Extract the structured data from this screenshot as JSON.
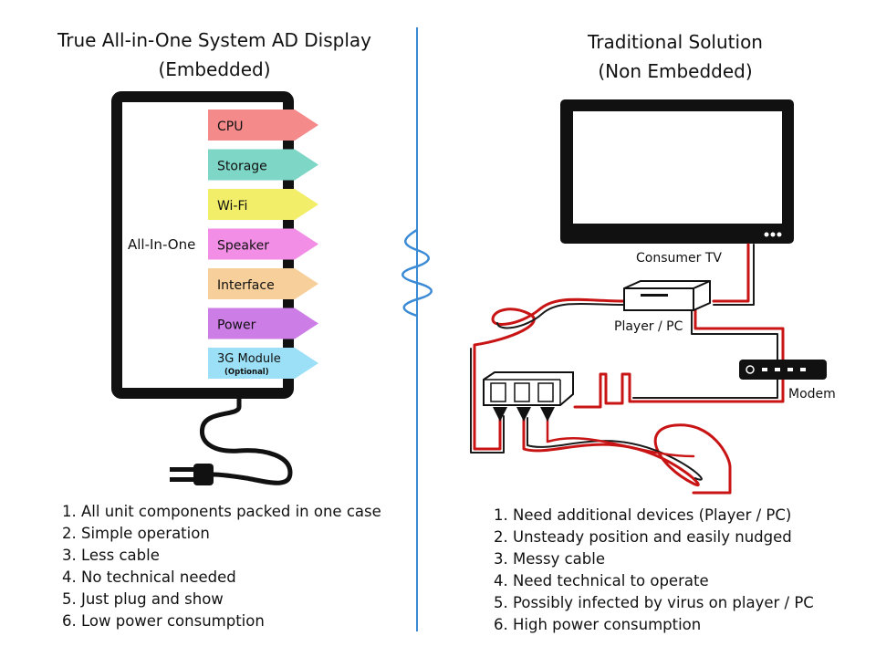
{
  "left": {
    "title_line1": "True All-in-One System AD Display",
    "title_line2": "(Embedded)",
    "center_label": "All-In-One",
    "components": [
      {
        "label": "CPU",
        "color": "#f48a8a"
      },
      {
        "label": "Storage",
        "color": "#7ed6c6"
      },
      {
        "label": "Wi-Fi",
        "color": "#f2ee6a"
      },
      {
        "label": "Speaker",
        "color": "#f28ee6"
      },
      {
        "label": "Interface",
        "color": "#f6cf9a"
      },
      {
        "label": "Power",
        "color": "#cc7de6"
      },
      {
        "label": "3G Module",
        "sublabel": "(Optional)",
        "color": "#9be0f6"
      }
    ],
    "features": [
      "1. All unit components packed in one case",
      "2. Simple operation",
      "3. Less cable",
      "4. No technical needed",
      "5. Just plug and show",
      "6. Low power consumption"
    ]
  },
  "right": {
    "title_line1": "Traditional Solution",
    "title_line2": "(Non Embedded)",
    "labels": {
      "tv": "Consumer TV",
      "player": "Player / PC",
      "modem": "Modem"
    },
    "features": [
      "1. Need additional devices (Player / PC)",
      "2. Unsteady position and easily nudged",
      "3. Messy cable",
      "4. Need technical to operate",
      "5. Possibly infected by virus on player / PC",
      "6. High power consumption"
    ]
  },
  "colors": {
    "divider": "#3a8ad6",
    "cable_red": "#c81414",
    "cable_dark": "#1a1a1a"
  }
}
